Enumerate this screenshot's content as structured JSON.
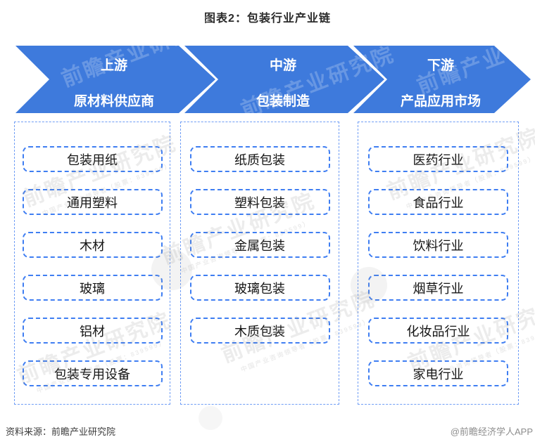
{
  "title": "图表2：包装行业产业链",
  "stages": [
    {
      "tier": "上游",
      "label": "原材料供应商"
    },
    {
      "tier": "中游",
      "label": "包装制造"
    },
    {
      "tier": "下游",
      "label": "产品应用市场"
    }
  ],
  "columns": [
    {
      "items": [
        "包装用纸",
        "通用塑料",
        "木材",
        "玻璃",
        "铝材",
        "包装专用设备"
      ]
    },
    {
      "items": [
        "纸质包装",
        "塑料包装",
        "金属包装",
        "玻璃包装",
        "木质包装"
      ]
    },
    {
      "items": [
        "医药行业",
        "食品行业",
        "饮料行业",
        "烟草行业",
        "化妆品行业",
        "家电行业"
      ]
    }
  ],
  "footer": {
    "source": "资料来源：前瞻产业研究院",
    "credit": "@前瞻经济学人APP"
  },
  "watermark": {
    "text": "前瞻产业研究院",
    "subtext": "中国产业咨询领导者（股票：839599）"
  },
  "colors": {
    "arrow_blue": "#3e7adc",
    "box_dash_blue": "#3f7ef2",
    "container_dash_blue": "#6f9df5"
  }
}
